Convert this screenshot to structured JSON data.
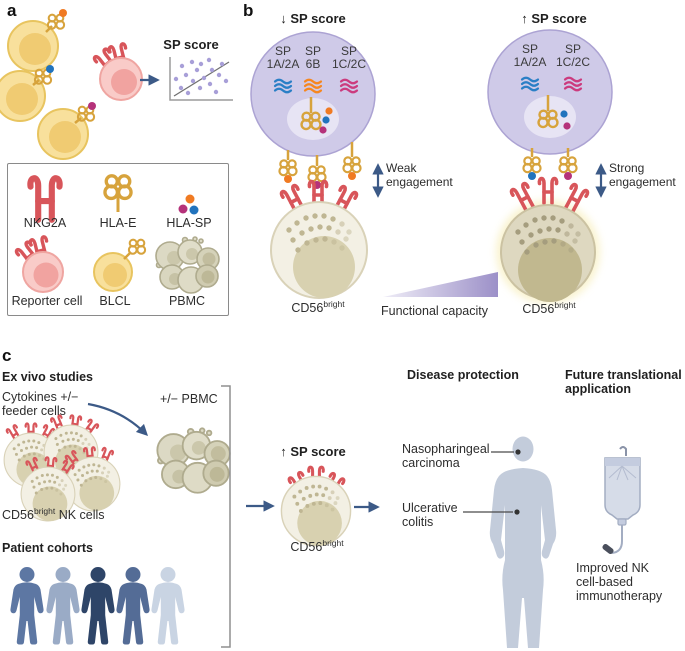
{
  "panel_a": {
    "label": "a",
    "sp_score_title": "SP score",
    "legend": {
      "nkg2a": "NKG2A",
      "hla_e": "HLA-E",
      "hla_sp": "HLA-SP",
      "reporter": "Reporter cell",
      "blcl": "BLCL",
      "pbmc": "PBMC"
    }
  },
  "panel_b": {
    "label": "b",
    "low_title": "↓ SP score",
    "high_title": "↑ SP score",
    "left_sp": [
      {
        "l1": "SP",
        "l2": "1A/2A"
      },
      {
        "l1": "SP",
        "l2": "6B"
      },
      {
        "l1": "SP",
        "l2": "1C/2C"
      }
    ],
    "right_sp": [
      {
        "l1": "SP",
        "l2": "1A/2A"
      },
      {
        "l1": "SP",
        "l2": "1C/2C"
      }
    ],
    "weak_1": "Weak",
    "weak_2": "engagement",
    "strong_1": "Strong",
    "strong_2": "engagement",
    "cd56": "CD56",
    "bright": "bright",
    "functional_capacity": "Functional capacity"
  },
  "panel_c": {
    "label": "c",
    "ex_vivo": "Ex vivo studies",
    "cytokines_1": "Cytokines +/−",
    "cytokines_2": "feeder cells",
    "pbmc": "+/− PBMC",
    "cd56": "CD56",
    "bright": "bright",
    "nk_cells": " NK cells",
    "patient_cohorts": "Patient cohorts",
    "sp_score": "↑ SP score",
    "disease_protection": "Disease protection",
    "disease_1a": "Nasopharingeal",
    "disease_1b": "carcinoma",
    "disease_2a": "Ulcerative",
    "disease_2b": "colitis",
    "future_1": "Future translational",
    "future_2": "application",
    "improved_1": "Improved NK",
    "improved_2": "cell-based",
    "improved_3": "immunotherapy"
  },
  "colors": {
    "sp_blue": "#2A7FC6",
    "sp_orange": "#F6871F",
    "sp_magenta": "#CC3B7E",
    "dot_orange": "#F07A22",
    "dot_blue": "#2173BD",
    "dot_magenta": "#B5327A",
    "arrow": "#3C5A87",
    "silhouette": "#C3CCDB",
    "gradient_start": "#EFEDF7",
    "gradient_end": "#9C90C8",
    "cohort": [
      "#5d77a3",
      "#9aabc6",
      "#2e4568",
      "#546c96",
      "#c9d4e3"
    ]
  }
}
